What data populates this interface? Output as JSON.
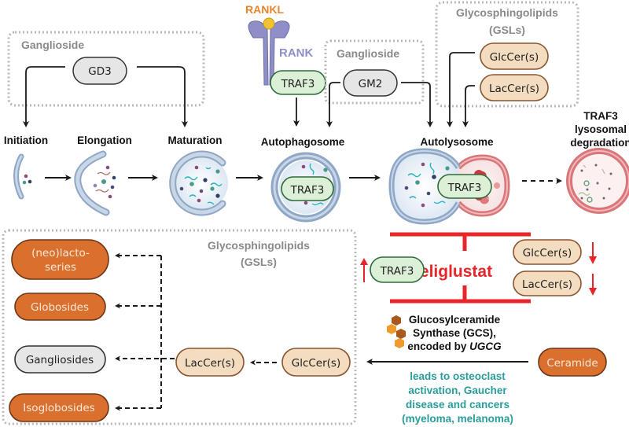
{
  "colors": {
    "arrow": "#1a1a1a",
    "dotted_box": "#b8b8b8",
    "box_label": "#8a8a8a",
    "traf3_fill": "#dcefd7",
    "traf3_stroke": "#2e6b3a",
    "gd3_fill": "#e6e6e6",
    "tan_fill": "#f3dcbf",
    "tan_stroke": "#8a5530",
    "orange_fill": "#d9702e",
    "orange_stroke": "#6e3516",
    "inhibit_red": "#e8262a",
    "rankl_orange": "#e8852e",
    "rank_purple": "#8f8fc8",
    "teal_text": "#2a9d9a",
    "phago_blue": "#8ea7c7",
    "lyso_red": "#d9767a"
  },
  "top": {
    "ganglioside_box_1": {
      "label": "Ganglioside",
      "item": "GD3"
    },
    "receptor": {
      "ligand": "RANKL",
      "receptor": "RANK",
      "adaptor": "TRAF3"
    },
    "ganglioside_box_2": {
      "label": "Ganglioside",
      "item": "GM2"
    },
    "gsl_box_top": {
      "label_line1": "Glycosphingolipids",
      "label_line2": "(GSLs)",
      "items": [
        "GlcCer(s)",
        "LacCer(s)"
      ]
    }
  },
  "stages": [
    {
      "label": "Initiation"
    },
    {
      "label": "Elongation"
    },
    {
      "label": "Maturation"
    },
    {
      "label": "Autophagosome",
      "content": "TRAF3"
    },
    {
      "label": "Autolysosome",
      "content": "TRAF3"
    },
    {
      "label_line1": "TRAF3",
      "label_line2": "lysosomal",
      "label_line3": "degradation"
    }
  ],
  "gsl_box_bottom": {
    "label_line1": "Glycosphingolipids",
    "label_line2": "(GSLs)",
    "products": [
      {
        "line1": "(neo)lacto-",
        "line2": "series",
        "style": "orange"
      },
      {
        "line1": "Globosides",
        "style": "orange"
      },
      {
        "line1": "Gangliosides",
        "style": "gray"
      },
      {
        "line1": "Isoglobosides",
        "style": "orange"
      }
    ],
    "lac": "LacCer(s)",
    "glc": "GlcCer(s)"
  },
  "inhibition": {
    "drug": "eliglustat",
    "up": {
      "item": "TRAF3",
      "direction": "up"
    },
    "down": [
      {
        "item": "GlcCer(s)",
        "direction": "down"
      },
      {
        "item": "LacCer(s)",
        "direction": "down"
      }
    ]
  },
  "enzyme": {
    "line1": "Glucosylceramide",
    "line2": "Synthase (GCS),",
    "line3_prefix": "encoded by ",
    "line3_gene": "UGCG",
    "substrate": "Ceramide"
  },
  "outcome": {
    "line1": "leads to osteoclast",
    "line2": "activation, Gaucher",
    "line3": "disease and cancers",
    "line4": "(myeloma, melanoma)"
  }
}
